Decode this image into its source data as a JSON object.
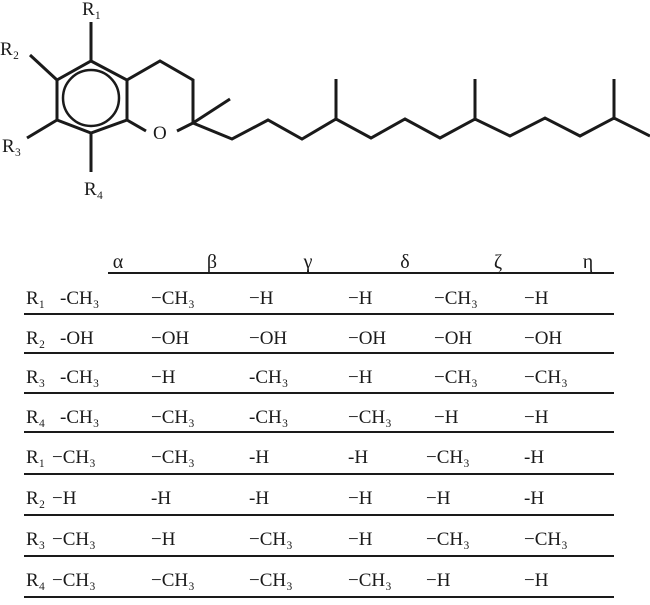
{
  "structure": {
    "substituents": [
      "R₁",
      "R₂",
      "R₃",
      "R₄"
    ],
    "ring_oxygen": "O"
  },
  "table": {
    "headers": [
      "α",
      "β",
      "γ",
      "δ",
      "ζ",
      "η"
    ],
    "blocks": [
      {
        "rows": [
          {
            "label": "R₁",
            "values": [
              "-CH₃",
              "−CH₃",
              "−H",
              "−H",
              "−CH₃",
              "−H"
            ]
          },
          {
            "label": "R₂",
            "values": [
              "-OH",
              "−OH",
              "−OH",
              "−OH",
              "−OH",
              "−OH"
            ]
          },
          {
            "label": "R₃",
            "values": [
              "-CH₃",
              "−H",
              "-CH₃",
              "−H",
              "−CH₃",
              "−CH₃"
            ]
          },
          {
            "label": "R₄",
            "values": [
              "-CH₃",
              "−CH₃",
              "-CH₃",
              "−CH₃",
              "−H",
              "−H"
            ]
          }
        ]
      },
      {
        "rows": [
          {
            "label": "R₁",
            "values": [
              "−CH₃",
              "−CH₃",
              "-H",
              "-H",
              "−CH₃",
              "-H"
            ]
          },
          {
            "label": "R₂",
            "values": [
              "−H",
              "-H",
              "-H",
              "−H",
              "−H",
              "-H"
            ]
          },
          {
            "label": "R₃",
            "values": [
              "−CH₃",
              "−H",
              "−CH₃",
              "−H",
              "−CH₃",
              "−CH₃"
            ]
          },
          {
            "label": "R₄",
            "values": [
              "−CH₃",
              "−CH₃",
              "−CH₃",
              "−CH₃",
              "−H",
              "−H"
            ]
          }
        ]
      }
    ]
  }
}
